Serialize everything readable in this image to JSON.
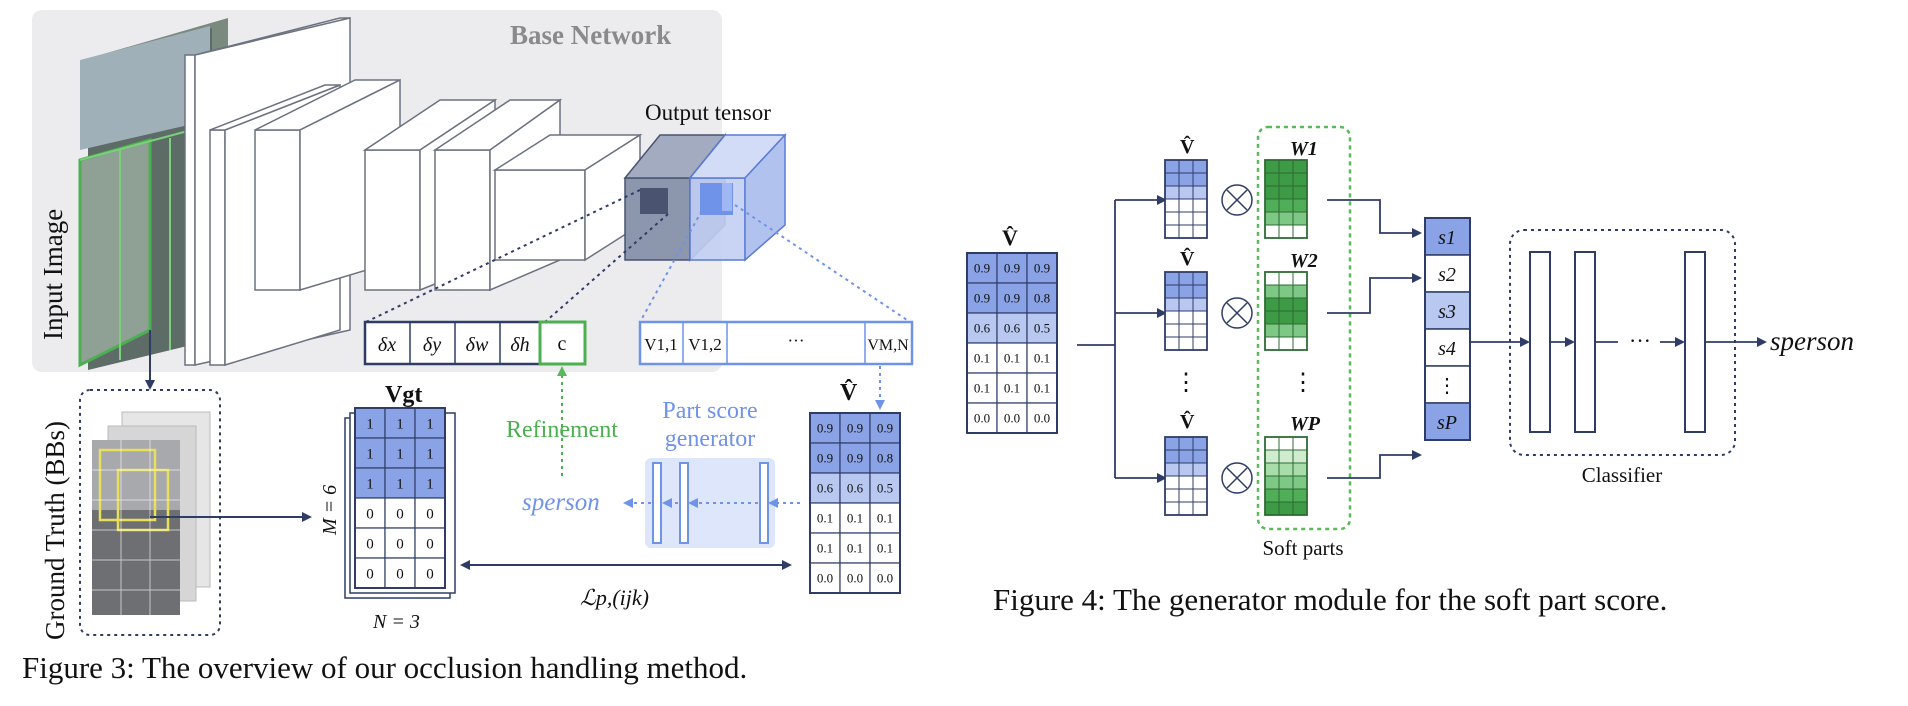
{
  "fig3": {
    "base_network": "Base Network",
    "output_tensor": "Output tensor",
    "input_image": "Input Image",
    "ground_truth": "Ground Truth (BBs)",
    "box_params": [
      "δx",
      "δy",
      "δw",
      "δh"
    ],
    "conf": "c",
    "vcells": [
      "V1,1",
      "V1,2",
      "···",
      "VM,N"
    ],
    "refinement": "Refinement",
    "part_score_generator": [
      "Part score",
      "generator"
    ],
    "s_person": "sperson",
    "vgt_label": "Vgt",
    "m_label": "M = 6",
    "n_label": "N = 3",
    "vgt_matrix": [
      [
        "1",
        "1",
        "1"
      ],
      [
        "1",
        "1",
        "1"
      ],
      [
        "1",
        "1",
        "1"
      ],
      [
        "0",
        "0",
        "0"
      ],
      [
        "0",
        "0",
        "0"
      ],
      [
        "0",
        "0",
        "0"
      ]
    ],
    "vhat_label": "V̂",
    "vhat_matrix": [
      [
        "0.9",
        "0.9",
        "0.9"
      ],
      [
        "0.9",
        "0.9",
        "0.8"
      ],
      [
        "0.6",
        "0.6",
        "0.5"
      ],
      [
        "0.1",
        "0.1",
        "0.1"
      ],
      [
        "0.1",
        "0.1",
        "0.1"
      ],
      [
        "0.0",
        "0.0",
        "0.0"
      ]
    ],
    "loss_label": "ℒp,(ijk)"
  },
  "fig4": {
    "vhat_label": "V̂",
    "vhat_matrix": [
      [
        "0.9",
        "0.9",
        "0.9"
      ],
      [
        "0.9",
        "0.9",
        "0.8"
      ],
      [
        "0.6",
        "0.6",
        "0.5"
      ],
      [
        "0.1",
        "0.1",
        "0.1"
      ],
      [
        "0.1",
        "0.1",
        "0.1"
      ],
      [
        "0.0",
        "0.0",
        "0.0"
      ]
    ],
    "w_labels": [
      "W1",
      "W2",
      "WP"
    ],
    "s_labels": [
      "s1",
      "s2",
      "s3",
      "s4",
      "⋮",
      "sP"
    ],
    "soft_parts": "Soft parts",
    "classifier": "Classifier",
    "s_person": "sperson",
    "dots": "⋮",
    "hdots": "···"
  },
  "captions": {
    "fig3": "Figure 3: The overview of our occlusion handling method.",
    "fig4": "Figure 4: The generator module for the soft part score."
  },
  "colors": {
    "blue_dark": "#7f98e0",
    "blue_light": "#b8c8f1",
    "navy": "#2f3d66",
    "green": "#5cb85c",
    "green_dark": "#3d9a45",
    "light_blue_text": "#6f93e8",
    "gray_panel": "#ececee"
  }
}
